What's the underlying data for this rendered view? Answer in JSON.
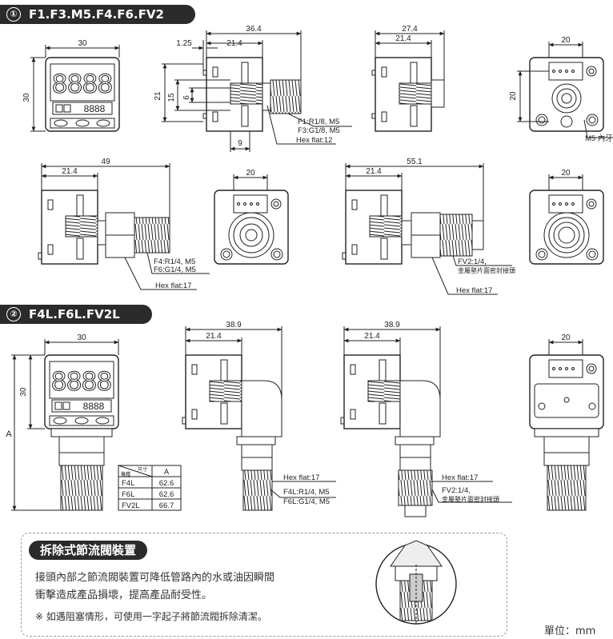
{
  "section1": {
    "number": "①",
    "title": "F1.F3.M5.F4.F6.FV2"
  },
  "section2": {
    "number": "②",
    "title": "F4L.F6L.FV2L"
  },
  "dims": {
    "d30": "30",
    "d36_4": "36.4",
    "d1_25": "1.25",
    "d21_4": "21.4",
    "d21": "21",
    "d15": "15",
    "d6": "6",
    "d9": "9",
    "d27_4": "27.4",
    "d20": "20",
    "d49": "49",
    "d55_1": "55.1",
    "d38_9": "38.9",
    "dA": "A"
  },
  "callouts": {
    "f1": "F1:R1/8, M5",
    "f3": "F3:G1/8, M5",
    "hex12": "Hex flat:12",
    "m5_inner": "M5 內牙",
    "f4": "F4:R1/4, M5",
    "f6": "F6:G1/4, M5",
    "hex17": "Hex flat:17",
    "fv2": "FV2:1/4,",
    "fv2_note": "金屬墊片面密封接頭",
    "f4l": "F4L:R1/4, M5",
    "f6l": "F6L:G1/4, M5"
  },
  "table": {
    "corner_top": "尺寸",
    "corner_bottom": "機種",
    "col": "A",
    "rows": [
      {
        "model": "F4L",
        "a": "62.6"
      },
      {
        "model": "F6L",
        "a": "62.6"
      },
      {
        "model": "FV2L",
        "a": "66.7"
      }
    ]
  },
  "display": {
    "digits": "8888",
    "small": "8888"
  },
  "note": {
    "title": "拆除式節流閥裝置",
    "line1": "接頭內部之節流閥裝置可降低管路內的水或油因瞬間",
    "line2": "衝擊造成產品損壞，提高產品耐受性。",
    "warning": "※ 如遇阻塞情形，可使用一字起子將節流閥拆除清潔。"
  },
  "unit_label": "單位：mm"
}
